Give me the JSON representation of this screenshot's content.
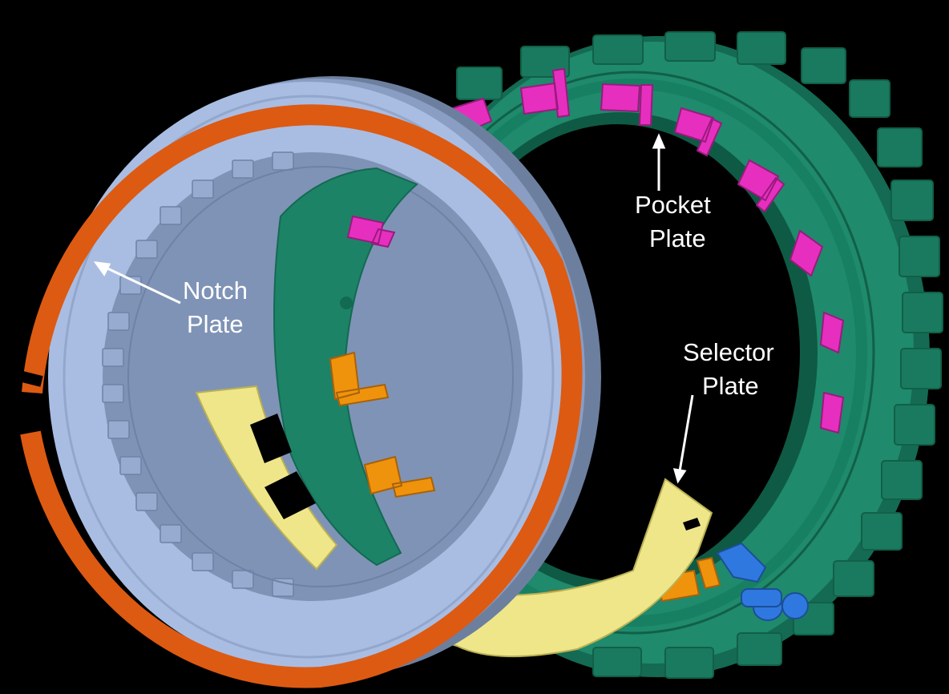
{
  "labels": {
    "pocket_plate": [
      "Pocket",
      "Plate"
    ],
    "notch_plate": [
      "Notch",
      "Plate"
    ],
    "selector_plate": [
      "Selector",
      "Plate"
    ]
  },
  "colors": {
    "background": "#000000",
    "pocket_plate": "#1f8a6c",
    "pocket_plate_dark": "#146a52",
    "struts": "#e62fbf",
    "notch_plate": "#a9bde3",
    "notch_plate_dark": "#7f93b6",
    "snap_ring": "#dd5a12",
    "selector_plate": "#efe68a",
    "orange_struts": "#f0930c",
    "actuator": "#2f78df",
    "label_text": "#ffffff"
  }
}
